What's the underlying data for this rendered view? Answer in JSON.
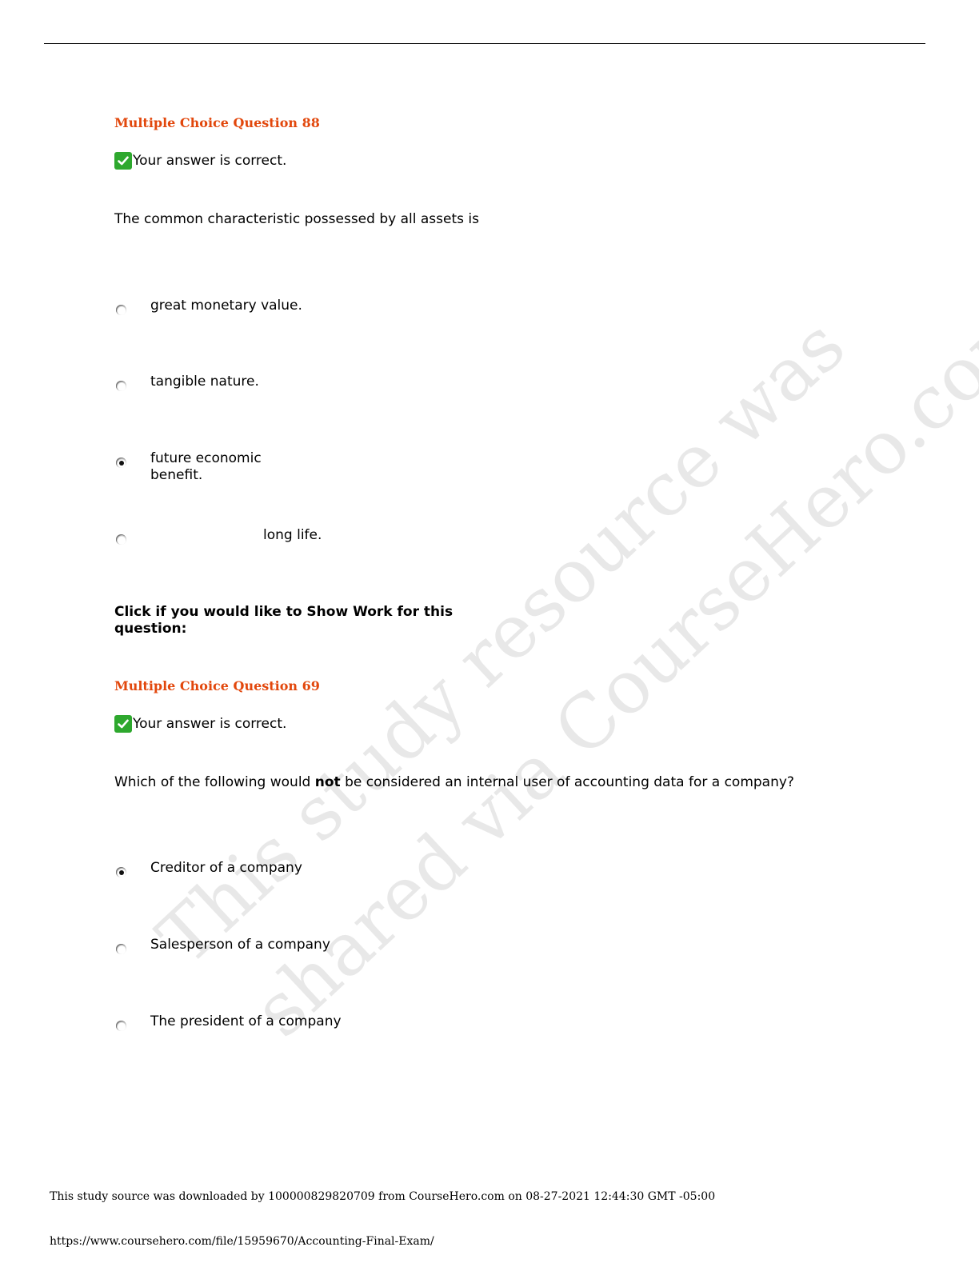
{
  "questions": [
    {
      "title": "Multiple Choice Question 88",
      "feedback": "Your answer is correct.",
      "prompt": "The common characteristic possessed by all assets is",
      "options": [
        {
          "text": "great monetary value.",
          "selected": false
        },
        {
          "text": "tangible nature.",
          "selected": false
        },
        {
          "line1": "future economic",
          "line2": "benefit.",
          "selected": true
        },
        {
          "text": "long life.",
          "selected": false
        }
      ],
      "show_work_line1": "Click if you would like to Show Work for this",
      "show_work_line2": "question:"
    },
    {
      "title": "Multiple Choice Question 69",
      "feedback": "Your answer is correct.",
      "prompt_before": "Which of the following would ",
      "prompt_bold": "not",
      "prompt_after": " be considered an internal user of accounting data for a company?",
      "options": [
        {
          "text": "Creditor of a company",
          "selected": true
        },
        {
          "text": "Salesperson of a company",
          "selected": false
        },
        {
          "text": "The president of a company",
          "selected": false
        }
      ]
    }
  ],
  "watermark": {
    "line1": "This study resource was",
    "line2": "shared via CourseHero.com"
  },
  "footer": {
    "download_note": "This study source was downloaded by 100000829820709 from CourseHero.com on 08-27-2021 12:44:30 GMT -05:00",
    "url": "https://www.coursehero.com/file/15959670/Accounting-Final-Exam/"
  },
  "colors": {
    "question_title": "#e2470c",
    "check_badge": "#2ea82e"
  }
}
